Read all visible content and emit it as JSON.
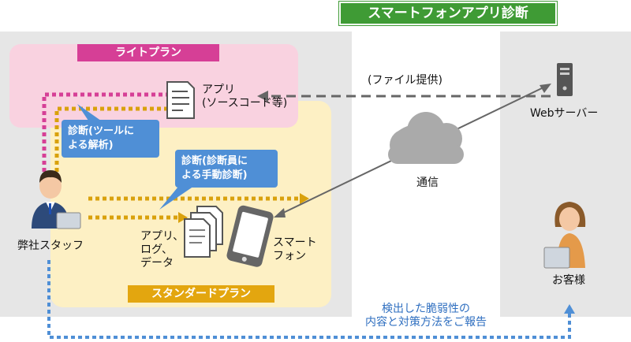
{
  "title": "スマートフォンアプリ診断",
  "plans": {
    "light": "ライトプラン",
    "standard": "スタンダードプラン"
  },
  "bubbles": {
    "tool": "診断(ツールに\nよる解析)",
    "manual": "診断(診断員に\nよる手動診断)"
  },
  "labels": {
    "app_source": "アプリ\n(ソースコード等)",
    "file_provide": "(ファイル提供)",
    "web_server": "Webサーバー",
    "communication": "通信",
    "staff": "弊社スタッフ",
    "customer": "お客様",
    "app_log_data": "アプリ、\nログ、\nデータ",
    "smartphone": "スマート\nフォン",
    "report": "検出した脆弱性の\n内容と対策方法をご報告"
  },
  "colors": {
    "title_bg": "#3f9b35",
    "light_bg": "#f9d2e0",
    "light_tag": "#d63f96",
    "standard_bg": "#fdf0c4",
    "standard_tag": "#e3a60f",
    "pink_dots": "#d63f96",
    "gold_dots": "#d9a10c",
    "blue_dots": "#4f8fd6",
    "bubble": "#4f8fd6",
    "gray_panel": "#e6e6e6",
    "dark_gray": "#666666"
  }
}
